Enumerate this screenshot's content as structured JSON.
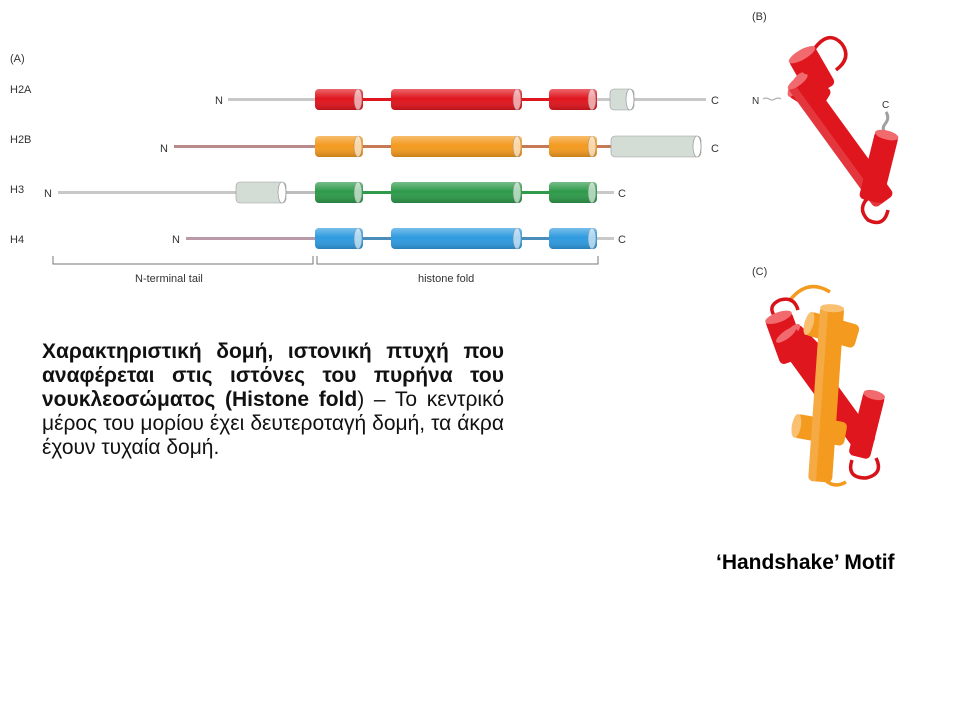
{
  "panels": {
    "a": "(A)",
    "b": "(B)",
    "c": "(C)"
  },
  "histones": [
    {
      "name": "H2A",
      "color": "#e0161e",
      "tail_color": "#c8c8c8"
    },
    {
      "name": "H2B",
      "color": "#f39a1f",
      "tail_color": "#b88a8a"
    },
    {
      "name": "H3",
      "color": "#2e9a4a",
      "tail_color": "#c8c8c8"
    },
    {
      "name": "H4",
      "color": "#2f9be0",
      "tail_color": "#b89aa8"
    }
  ],
  "termini": {
    "n": "N",
    "c": "C"
  },
  "region_labels": {
    "tail": "N-terminal tail",
    "fold": "histone fold"
  },
  "colors": {
    "extra_helix": "#d3ddd6",
    "red_helix": "#e0161e",
    "orange_helix": "#f39a1f"
  },
  "description": {
    "bold_part": "Χαρακτηριστική δομή, ιστονική πτυχή που αναφέρεται στις ιστόνες του πυρήνα του νουκλεοσώματος (Histone fold",
    "normal_part": ") – Το κεντρικό μέρος του μορίου έχει δευτεροταγή δομή, τα άκρα έχουν τυχαία δομή."
  },
  "motif_label": "‘Handshake’ Motif"
}
